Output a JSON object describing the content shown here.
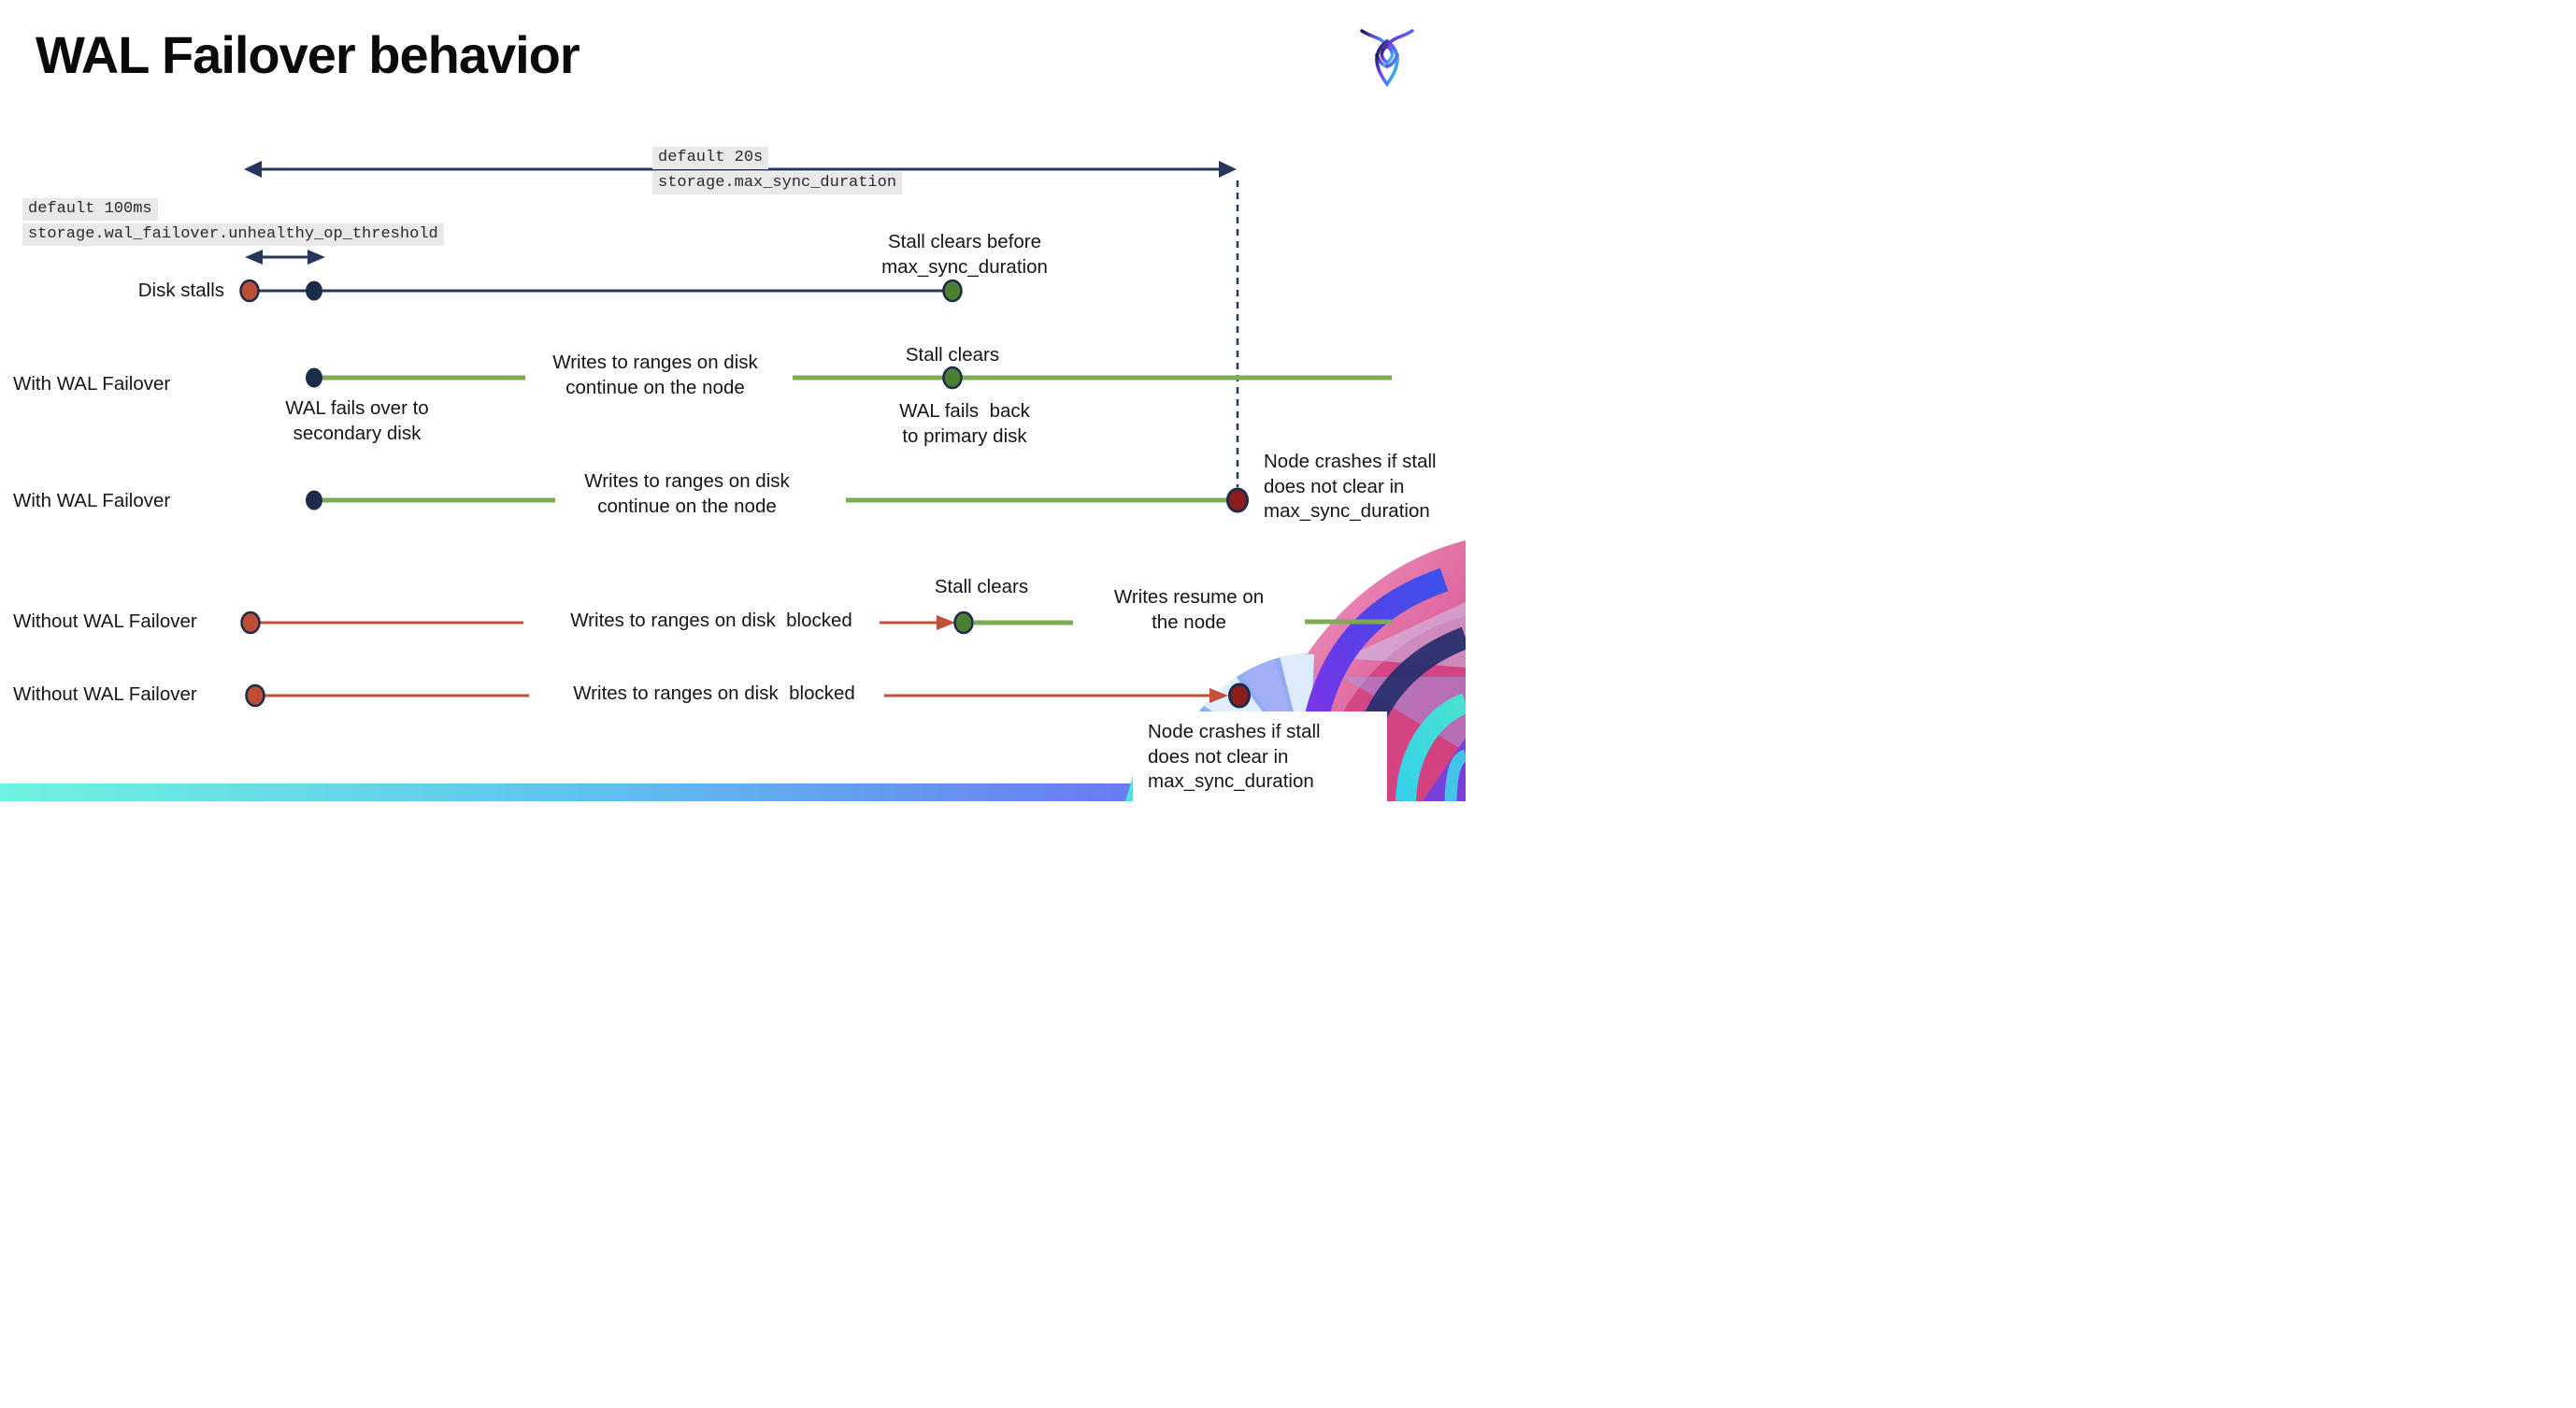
{
  "title": "WAL Failover behavior",
  "logo": {
    "name": "cockroachdb-logo"
  },
  "settings": {
    "max_sync_duration": {
      "default": "default 20s",
      "setting": "storage.max_sync_duration"
    },
    "unhealthy_op_threshold": {
      "default": "default 100ms",
      "setting": "storage.wal_failover.unhealthy_op_threshold"
    }
  },
  "rows": [
    {
      "label": "Disk stalls",
      "note_above_dot": "Stall clears before\nmax_sync_duration"
    },
    {
      "label": "With WAL Failover",
      "note_below_start": "WAL fails over to\nsecondary disk",
      "note_mid": "Writes to ranges on disk\ncontinue on the node",
      "note_above_dot": "Stall clears",
      "note_below_dot": "WAL fails  back\nto primary disk"
    },
    {
      "label": "With WAL Failover",
      "note_mid": "Writes to ranges on disk\ncontinue on the node",
      "note_end": "Node crashes if stall\ndoes not clear in\nmax_sync_duration"
    },
    {
      "label": "Without WAL Failover",
      "note_mid": "Writes to ranges on disk  blocked",
      "note_above_dot": "Stall clears",
      "note_resume": "Writes resume on\nthe node"
    },
    {
      "label": "Without WAL Failover",
      "note_mid": "Writes to ranges on disk  blocked",
      "note_end": "Node crashes if stall\ndoes not clear in\nmax_sync_duration"
    }
  ],
  "colors": {
    "title": "#0a0a0a",
    "text": "#161616",
    "mono_bg": "#e9e9e9",
    "mono_text": "#2b2b2b",
    "navy_line": "#25375c",
    "navy_dot": "#1d2b4b",
    "green_line": "#7dab55",
    "green_dot": "#4d7f31",
    "red_line": "#c05238",
    "red_dot": "#bd4e35",
    "dark_red_dot": "#8d1d1d",
    "bar_left": "#6ff2df",
    "bar_right": "#6e68f0",
    "art_pink": "#e989ba",
    "art_magenta": "#d2417f",
    "art_violet": "#7a3fd9",
    "art_blue": "#4f7bf0",
    "art_cyan": "#3ed2ea",
    "logo_navy": "#1a1d52",
    "logo_purple": "#6d43ea",
    "logo_cyan": "#3fd4df"
  }
}
